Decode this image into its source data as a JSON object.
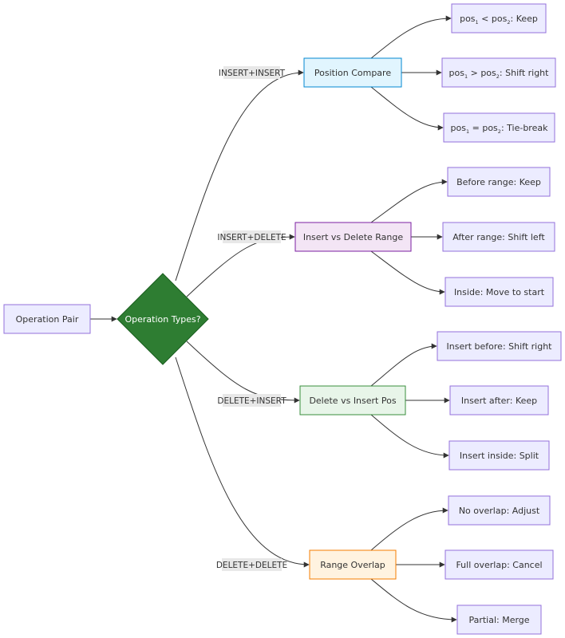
{
  "colors": {
    "default_fill": "#ececff",
    "default_stroke": "#9370db",
    "decision_fill": "#2e7d32",
    "decision_stroke": "#1b5e20",
    "insert_insert_fill": "#e1f5fe",
    "insert_insert_stroke": "#0288d1",
    "insert_delete_fill": "#f3e5f5",
    "insert_delete_stroke": "#7b1fa2",
    "delete_insert_fill": "#e8f5e9",
    "delete_insert_stroke": "#388e3c",
    "delete_delete_fill": "#fff3e0",
    "delete_delete_stroke": "#f57c00",
    "edge_label_bg": "#e8e8e8"
  },
  "nodes": {
    "start": "Operation Pair",
    "decision": "Operation Types?",
    "position_compare": "Position Compare",
    "insert_vs_delete": "Insert vs Delete Range",
    "delete_vs_insert": "Delete vs Insert Pos",
    "range_overlap": "Range Overlap",
    "keep_outcome": {
      "a": "pos",
      "a_sub": "1",
      "op": " < ",
      "b": "pos",
      "b_sub": "2",
      "tail": ": Keep"
    },
    "shift_right_outcome": {
      "a": "pos",
      "a_sub": "1",
      "op": " > ",
      "b": "pos",
      "b_sub": "2",
      "tail": ": Shift right"
    },
    "tie_break_outcome": {
      "a": "pos",
      "a_sub": "1",
      "op": " = ",
      "b": "pos",
      "b_sub": "2",
      "tail": ": Tie-break"
    },
    "before_range": "Before range: Keep",
    "after_range": "After range: Shift left",
    "inside_range": "Inside: Move to start",
    "insert_before": "Insert before: Shift right",
    "insert_after": "Insert after: Keep",
    "insert_inside": "Insert inside: Split",
    "no_overlap": "No overlap: Adjust",
    "full_overlap": "Full overlap: Cancel",
    "partial_overlap": "Partial: Merge"
  },
  "edge_labels": {
    "insert_insert": "INSERT+INSERT",
    "insert_delete": "INSERT+DELETE",
    "delete_insert": "DELETE+INSERT",
    "delete_delete": "DELETE+DELETE"
  }
}
